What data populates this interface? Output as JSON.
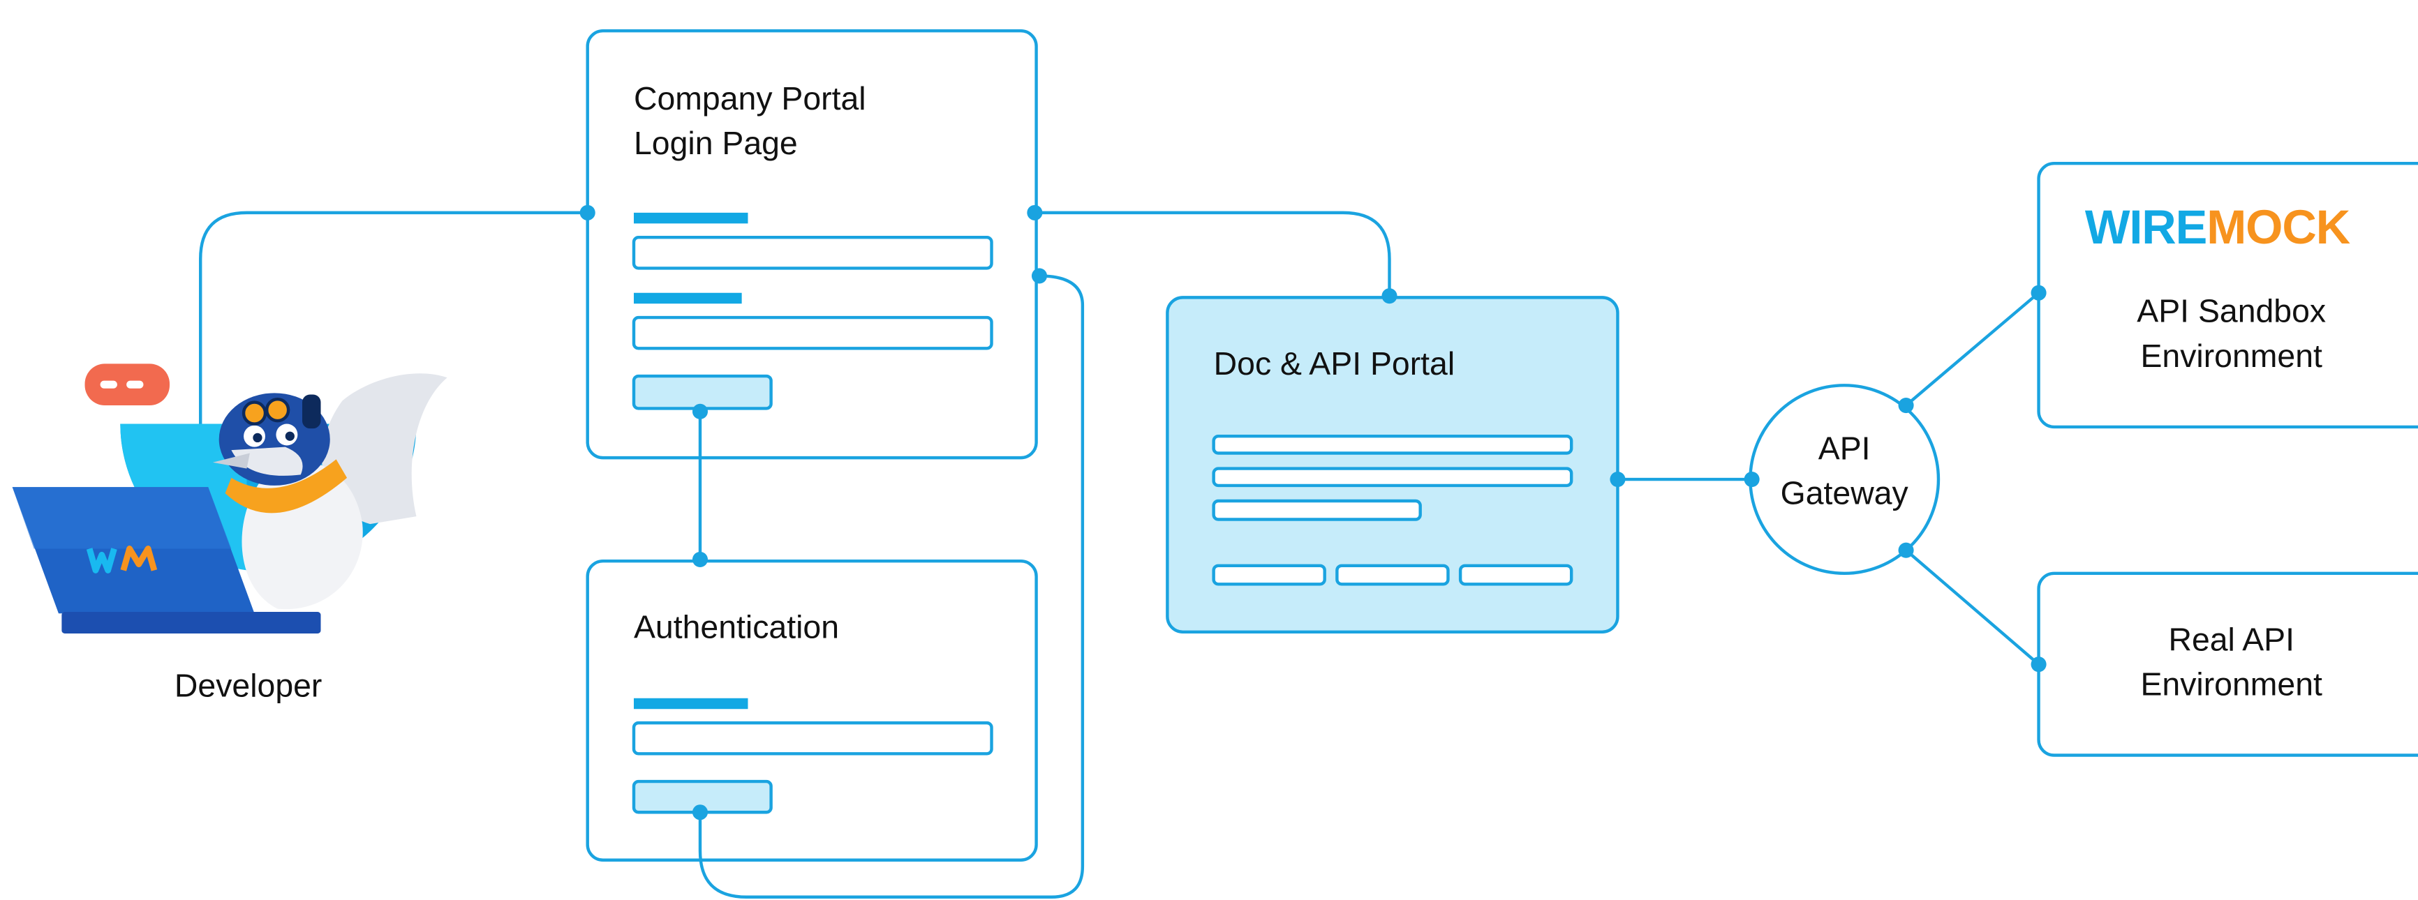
{
  "developer": {
    "label": "Developer"
  },
  "login_page": {
    "title": "Company Portal\nLogin Page"
  },
  "authentication": {
    "title": "Authentication"
  },
  "doc_portal": {
    "title": "Doc & API Portal"
  },
  "gateway": {
    "label": "API\nGateway"
  },
  "sandbox": {
    "brand_left": "WIRE",
    "brand_right": "MOCK",
    "label": "API Sandbox\nEnvironment"
  },
  "real_api": {
    "label": "Real API\nEnvironment"
  },
  "colors": {
    "line": "#1aa3e0",
    "accent": "#12a8e4",
    "panel_fill": "#c6ecfa",
    "brand_blue": "#12a8e4",
    "brand_orange": "#f7931e",
    "bubble": "#f26a4f",
    "laptop": "#1f63c6"
  },
  "icons": {
    "developer": "developer-mascot-icon",
    "laptop_logo": "wm-logo-icon"
  }
}
